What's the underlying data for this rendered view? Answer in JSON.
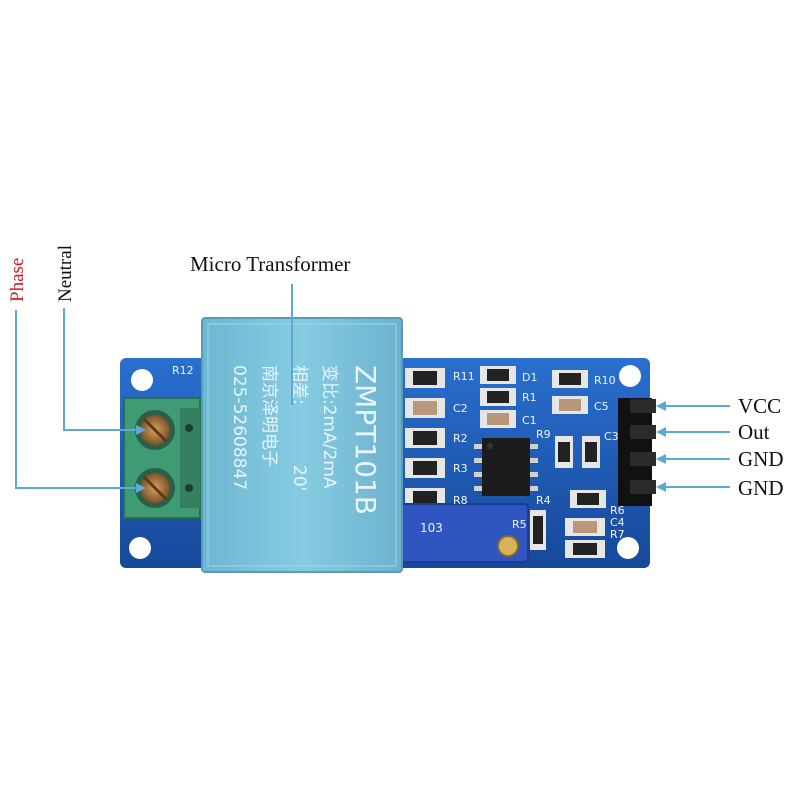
{
  "labels": {
    "phase": "Phase",
    "neutral": "Neutral",
    "micro_transformer": "Micro Transformer",
    "vcc": "VCC",
    "out": "Out",
    "gnd1": "GND",
    "gnd2": "GND"
  },
  "transformer": {
    "model": "ZMPT101B",
    "ratio": "变比:2mA/2mA",
    "phase_diff": "相差:",
    "phase_value": "20'",
    "maker": "南京泽明电子",
    "phone": "025-52608847"
  },
  "board": {
    "silkscreen": {
      "r12": "R12",
      "r11": "R11",
      "d1": "D1",
      "r10": "R10",
      "c2": "C2",
      "r1": "R1",
      "c5": "C5",
      "r2": "R2",
      "c1": "C1",
      "r9": "R9",
      "c3": "C3",
      "r3": "R3",
      "r8": "R8",
      "r4": "R4",
      "r5": "R5",
      "r6": "R6",
      "c4": "C4",
      "r7": "R7"
    },
    "potentiometer_text": "103"
  },
  "colors": {
    "board": "#1f5fb8",
    "transformer": "#7cc3dc",
    "terminal": "#3e9b74",
    "leader_line": "#5aa9d6",
    "phase_label": "#cc1f1f"
  }
}
